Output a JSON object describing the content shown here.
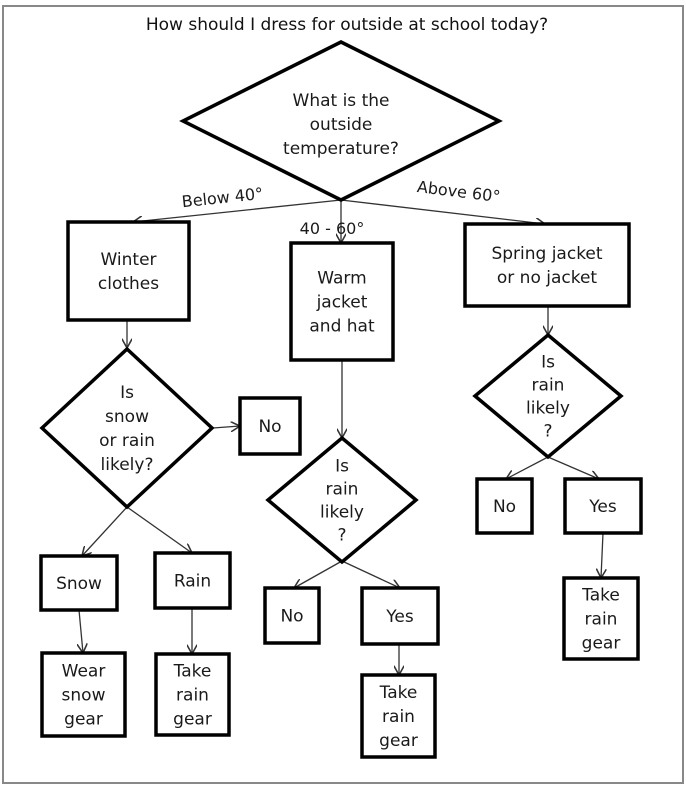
{
  "title": "How should I dress for outside at school today?",
  "colors": {
    "stroke": "#000000",
    "frame": "#888888",
    "background": "#ffffff"
  },
  "nodes": {
    "temp_question": {
      "type": "decision",
      "lines": [
        "What is the",
        "outside",
        "temperature?"
      ]
    },
    "winter_clothes": {
      "type": "process",
      "lines": [
        "Winter",
        "clothes"
      ]
    },
    "warm_jacket": {
      "type": "process",
      "lines": [
        "Warm",
        "jacket",
        "and hat"
      ]
    },
    "spring_jacket": {
      "type": "process",
      "lines": [
        "Spring jacket",
        "or no jacket"
      ]
    },
    "snow_rain_question": {
      "type": "decision",
      "lines": [
        "Is",
        "snow",
        "or rain",
        "likely?"
      ]
    },
    "left_no": {
      "type": "process",
      "lines": [
        "No"
      ]
    },
    "snow": {
      "type": "process",
      "lines": [
        "Snow"
      ]
    },
    "rain": {
      "type": "process",
      "lines": [
        "Rain"
      ]
    },
    "wear_snow_gear": {
      "type": "process",
      "lines": [
        "Wear",
        "snow",
        "gear"
      ]
    },
    "left_take_rain_gear": {
      "type": "process",
      "lines": [
        "Take",
        "rain",
        "gear"
      ]
    },
    "mid_rain_question": {
      "type": "decision",
      "lines": [
        "Is",
        "rain",
        "likely",
        "?"
      ]
    },
    "mid_no": {
      "type": "process",
      "lines": [
        "No"
      ]
    },
    "mid_yes": {
      "type": "process",
      "lines": [
        "Yes"
      ]
    },
    "mid_take_rain_gear": {
      "type": "process",
      "lines": [
        "Take",
        "rain",
        "gear"
      ]
    },
    "right_rain_question": {
      "type": "decision",
      "lines": [
        "Is",
        "rain",
        "likely",
        "?"
      ]
    },
    "right_no": {
      "type": "process",
      "lines": [
        "No"
      ]
    },
    "right_yes": {
      "type": "process",
      "lines": [
        "Yes"
      ]
    },
    "right_take_rain_gear": {
      "type": "process",
      "lines": [
        "Take",
        "rain",
        "gear"
      ]
    }
  },
  "edges": [
    {
      "from": "temp_question",
      "to": "winter_clothes",
      "label": "Below 40°"
    },
    {
      "from": "temp_question",
      "to": "warm_jacket",
      "label": "40 - 60°"
    },
    {
      "from": "temp_question",
      "to": "spring_jacket",
      "label": "Above 60°"
    },
    {
      "from": "winter_clothes",
      "to": "snow_rain_question",
      "label": ""
    },
    {
      "from": "snow_rain_question",
      "to": "left_no",
      "label": ""
    },
    {
      "from": "snow_rain_question",
      "to": "snow",
      "label": ""
    },
    {
      "from": "snow_rain_question",
      "to": "rain",
      "label": ""
    },
    {
      "from": "snow",
      "to": "wear_snow_gear",
      "label": ""
    },
    {
      "from": "rain",
      "to": "left_take_rain_gear",
      "label": ""
    },
    {
      "from": "warm_jacket",
      "to": "mid_rain_question",
      "label": ""
    },
    {
      "from": "mid_rain_question",
      "to": "mid_no",
      "label": ""
    },
    {
      "from": "mid_rain_question",
      "to": "mid_yes",
      "label": ""
    },
    {
      "from": "mid_yes",
      "to": "mid_take_rain_gear",
      "label": ""
    },
    {
      "from": "spring_jacket",
      "to": "right_rain_question",
      "label": ""
    },
    {
      "from": "right_rain_question",
      "to": "right_no",
      "label": ""
    },
    {
      "from": "right_rain_question",
      "to": "right_yes",
      "label": ""
    },
    {
      "from": "right_yes",
      "to": "right_take_rain_gear",
      "label": ""
    }
  ]
}
